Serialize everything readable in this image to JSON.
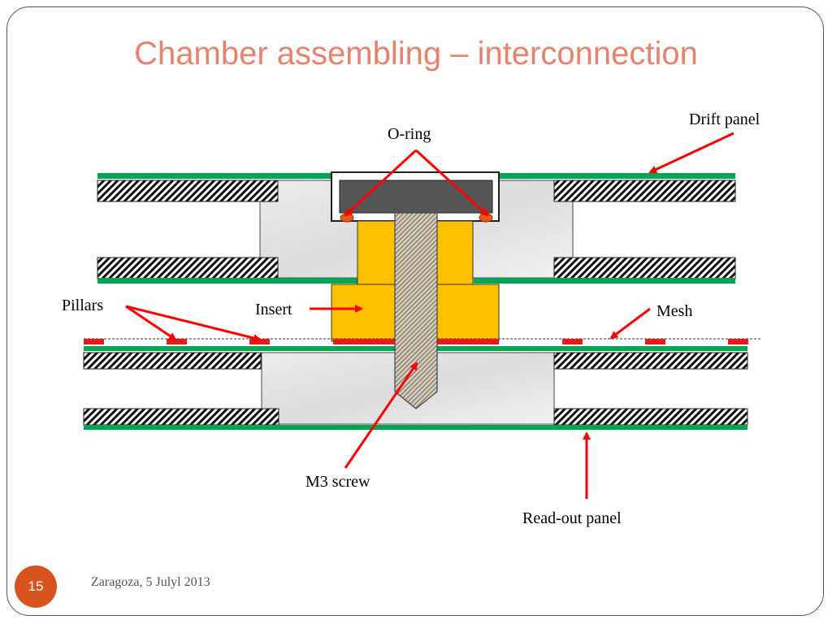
{
  "slide": {
    "title": "Chamber assembling – interconnection",
    "page_number": "15",
    "footer": "Zaragoza, 5 Julyl 2013"
  },
  "diagram": {
    "labels": {
      "drift_panel": "Drift panel",
      "o_ring": "O-ring",
      "pillars": "Pillars",
      "insert": "Insert",
      "mesh": "Mesh",
      "m3_screw": "M3 screw",
      "readout_panel": "Read-out panel"
    }
  },
  "colors": {
    "title": "#e8826d",
    "pcb_green": "#00a651",
    "insert_yellow": "#ffc000",
    "arrow_red": "#ff0000",
    "pillar_red": "#e31b1b",
    "page_badge": "#d9531e"
  }
}
